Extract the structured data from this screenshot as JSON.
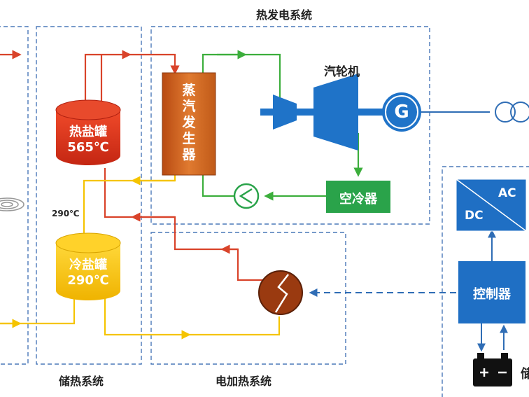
{
  "sections": {
    "thermal_power": "热发电系统",
    "heat_storage": "储热系统",
    "electric_heating": "电加热系统"
  },
  "components": {
    "hot_tank": {
      "name": "热盐罐",
      "temp": "565℃"
    },
    "cold_tank": {
      "name": "冷盐罐",
      "temp": "290℃"
    },
    "steam_generator": "蒸\n汽\n发\n生\n器",
    "turbine": "汽轮机",
    "generator": "G",
    "air_cooler": "空冷器",
    "controller": "控制器",
    "inverter_ac": "AC",
    "inverter_dc": "DC",
    "battery_partial": "储"
  },
  "labels": {
    "temp_290": "290℃"
  },
  "colors": {
    "hot_line": "#d9432a",
    "cold_line": "#f5c400",
    "steam_line": "#3cae3c",
    "signal_line": "#2f6db5",
    "box_blue": "#1f6fc4",
    "hot_tank": "#d8321c",
    "cold_tank": "#f6c000",
    "steam_gen": "#c85a18",
    "air_cooler": "#2aa34a",
    "heater": "#9a3a10"
  },
  "icons": [
    "pump-icon",
    "transformer-icon",
    "battery-icon",
    "heater-coil-icon",
    "generator-icon",
    "turbine-icon"
  ]
}
